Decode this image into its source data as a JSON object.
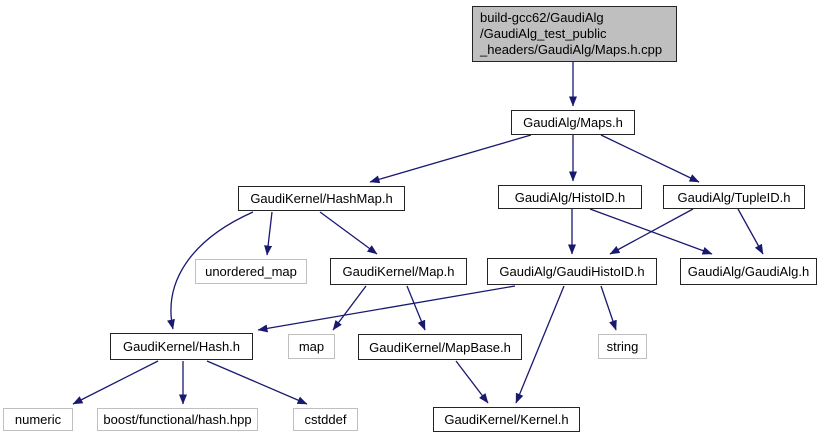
{
  "diagram": {
    "type": "include-dependency-graph",
    "colors": {
      "edge": "#191970",
      "node_border": "#242424",
      "external_border": "#bfbfbf",
      "root_fill": "#bfbfbf",
      "node_fill": "#ffffff",
      "text": "#000000",
      "background": "#ffffff"
    },
    "nodes": {
      "root": {
        "lines": [
          "build-gcc62/GaudiAlg",
          "/GaudiAlg_test_public",
          "_headers/GaudiAlg/Maps.h.cpp"
        ],
        "label": "build-gcc62/GaudiAlg /GaudiAlg_test_public _headers/GaudiAlg/Maps.h.cpp"
      },
      "maps": {
        "label": "GaudiAlg/Maps.h"
      },
      "hashmap": {
        "label": "GaudiKernel/HashMap.h"
      },
      "histoid": {
        "label": "GaudiAlg/HistoID.h"
      },
      "tupleid": {
        "label": "GaudiAlg/TupleID.h"
      },
      "unordered_map": {
        "label": "unordered_map"
      },
      "map_h": {
        "label": "GaudiKernel/Map.h"
      },
      "gaudihistoid": {
        "label": "GaudiAlg/GaudiHistoID.h"
      },
      "gaudialg": {
        "label": "GaudiAlg/GaudiAlg.h"
      },
      "hash": {
        "label": "GaudiKernel/Hash.h"
      },
      "map": {
        "label": "map"
      },
      "mapbase": {
        "label": "GaudiKernel/MapBase.h"
      },
      "string": {
        "label": "string"
      },
      "numeric": {
        "label": "numeric"
      },
      "boost": {
        "label": "boost/functional/hash.hpp"
      },
      "cstddef": {
        "label": "cstddef"
      },
      "kernel": {
        "label": "GaudiKernel/Kernel.h"
      }
    },
    "edges": [
      {
        "from": "build-gcc62/GaudiAlg/GaudiAlg_test_public_headers/GaudiAlg/Maps.h.cpp",
        "to": "GaudiAlg/Maps.h"
      },
      {
        "from": "GaudiAlg/Maps.h",
        "to": "GaudiKernel/HashMap.h"
      },
      {
        "from": "GaudiAlg/Maps.h",
        "to": "GaudiAlg/HistoID.h"
      },
      {
        "from": "GaudiAlg/Maps.h",
        "to": "GaudiAlg/TupleID.h"
      },
      {
        "from": "GaudiKernel/HashMap.h",
        "to": "unordered_map"
      },
      {
        "from": "GaudiKernel/HashMap.h",
        "to": "GaudiKernel/Map.h"
      },
      {
        "from": "GaudiKernel/HashMap.h",
        "to": "GaudiKernel/Hash.h"
      },
      {
        "from": "GaudiAlg/HistoID.h",
        "to": "GaudiAlg/GaudiHistoID.h"
      },
      {
        "from": "GaudiAlg/HistoID.h",
        "to": "GaudiAlg/GaudiAlg.h"
      },
      {
        "from": "GaudiAlg/TupleID.h",
        "to": "GaudiAlg/GaudiHistoID.h"
      },
      {
        "from": "GaudiAlg/TupleID.h",
        "to": "GaudiAlg/GaudiAlg.h"
      },
      {
        "from": "GaudiKernel/Map.h",
        "to": "map"
      },
      {
        "from": "GaudiKernel/Map.h",
        "to": "GaudiKernel/MapBase.h"
      },
      {
        "from": "GaudiAlg/GaudiHistoID.h",
        "to": "GaudiKernel/Hash.h"
      },
      {
        "from": "GaudiAlg/GaudiHistoID.h",
        "to": "string"
      },
      {
        "from": "GaudiAlg/GaudiHistoID.h",
        "to": "GaudiKernel/Kernel.h"
      },
      {
        "from": "GaudiKernel/MapBase.h",
        "to": "GaudiKernel/Kernel.h"
      },
      {
        "from": "GaudiKernel/Hash.h",
        "to": "numeric"
      },
      {
        "from": "GaudiKernel/Hash.h",
        "to": "boost/functional/hash.hpp"
      },
      {
        "from": "GaudiKernel/Hash.h",
        "to": "cstddef"
      }
    ]
  }
}
